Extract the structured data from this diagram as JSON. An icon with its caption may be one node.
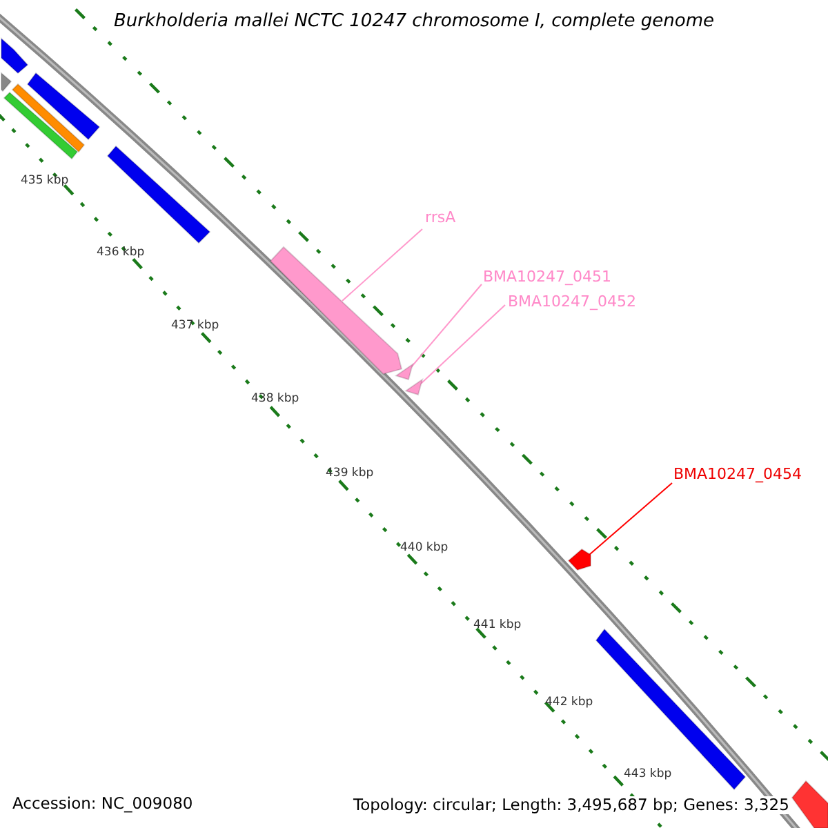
{
  "diagram": {
    "title": "Burkholderia mallei NCTC 10247 chromosome I, complete genome",
    "nodes": [
      {
        "text": [
          "rrsA"
        ]
      },
      {
        "text": [],
        "shape": "bar"
      },
      {
        "text": [
          "BMA10247_0451"
        ]
      },
      {
        "text": [],
        "shape": "triangle"
      },
      {
        "text": [
          "BMA10247_0452"
        ]
      },
      {
        "text": [],
        "shape": "triangle"
      },
      {
        "text": [
          "BMA10247_0454"
        ]
      },
      {
        "text": [],
        "shape": "pentagon"
      }
    ],
    "edges": [
      {
        "from": 0,
        "to": 1,
        "arrow": "none"
      },
      {
        "from": 2,
        "to": 3,
        "arrow": "none"
      },
      {
        "from": 4,
        "to": 5,
        "arrow": "none"
      },
      {
        "from": 6,
        "to": 7,
        "arrow": "none",
        "color": "#ff0000"
      }
    ],
    "labels": [
      "435 kbp",
      "436 kbp",
      "437 kbp",
      "438 kbp",
      "439 kbp",
      "440 kbp",
      "441 kbp",
      "442 kbp",
      "443 kbp",
      "Accession: NC_009080",
      "Topology: circular; Length: 3,495,687 bp; Genes: 3,325"
    ]
  }
}
